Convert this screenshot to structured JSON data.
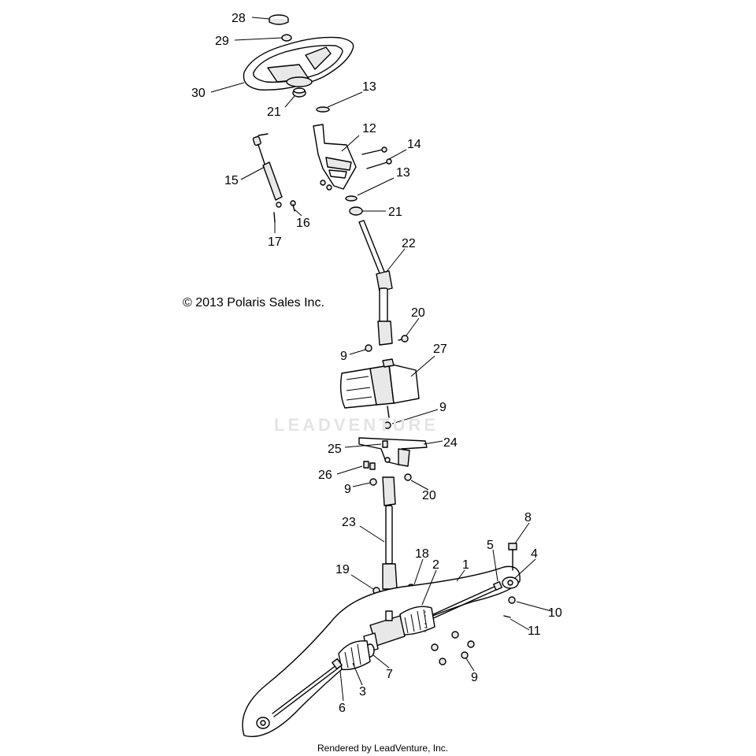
{
  "copyright": "© 2013 Polaris Sales Inc.",
  "watermark": "LEADVENTURE",
  "footer": "Rendered by LeadVenture, Inc.",
  "callouts": {
    "c28": "28",
    "c29": "29",
    "c30": "30",
    "c21a": "21",
    "c13a": "13",
    "c12": "12",
    "c14": "14",
    "c13b": "13",
    "c21b": "21",
    "c15": "15",
    "c16": "16",
    "c17": "17",
    "c22": "22",
    "c20a": "20",
    "c9a": "9",
    "c27": "27",
    "c9b": "9",
    "c25": "25",
    "c24": "24",
    "c26": "26",
    "c9c": "9",
    "c20b": "20",
    "c23": "23",
    "c8": "8",
    "c5": "5",
    "c4": "4",
    "c18": "18",
    "c2": "2",
    "c1": "1",
    "c19": "19",
    "c10": "10",
    "c11": "11",
    "c7": "7",
    "c9d": "9",
    "c3": "3",
    "c6": "6"
  }
}
